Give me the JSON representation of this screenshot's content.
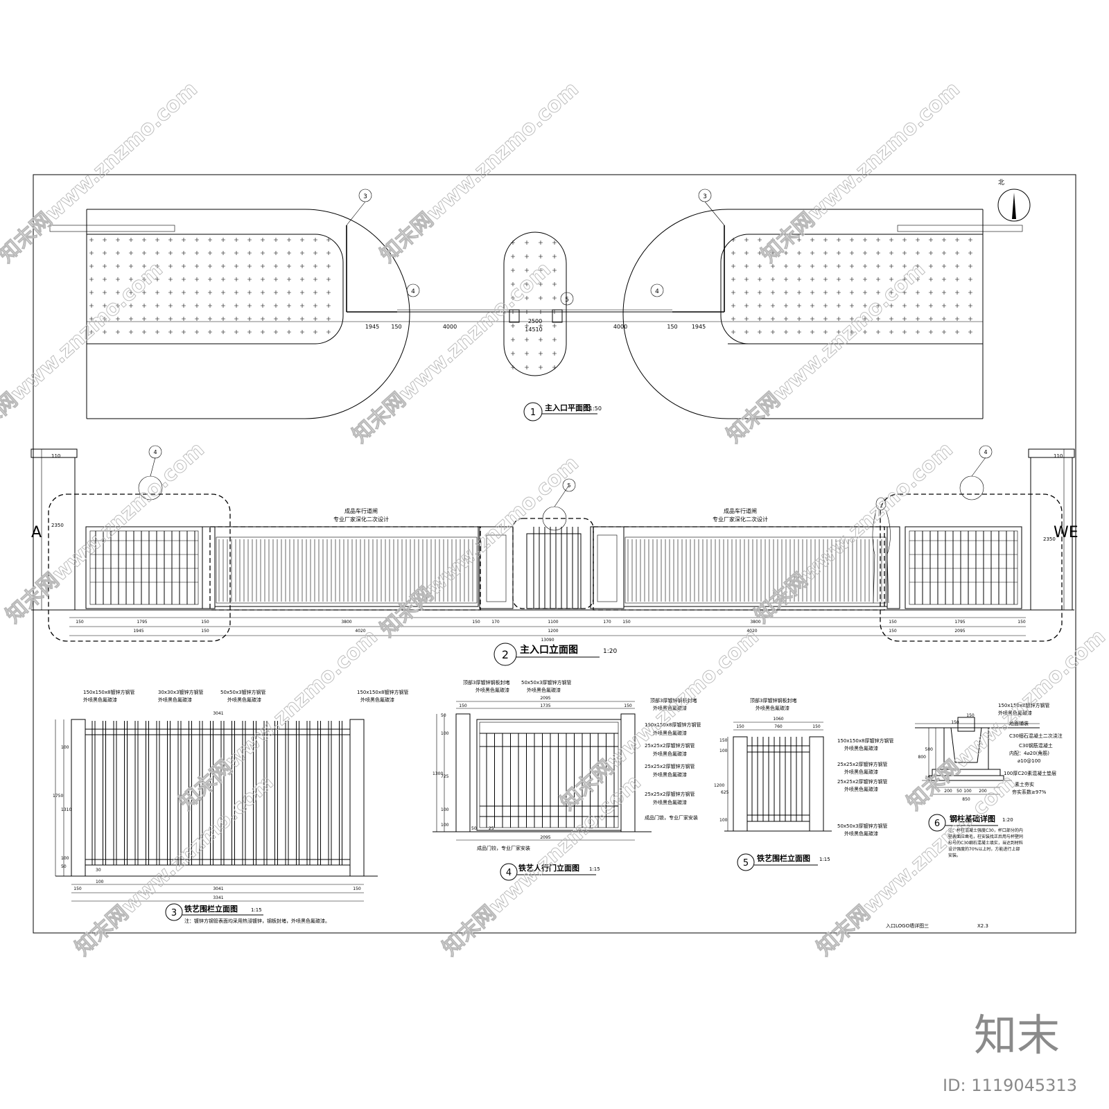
{
  "plan": {
    "title": "主入口平面图",
    "scale": "1:50",
    "ref_num": "1",
    "north": "北",
    "callouts": [
      "3",
      "4",
      "5",
      "3",
      "4"
    ],
    "dims": [
      "1945",
      "150",
      "4000",
      "14510",
      "2500",
      "4000",
      "150",
      "1945"
    ]
  },
  "elevation": {
    "title": "主入口立面图",
    "scale": "1:20",
    "ref_num": "2",
    "callouts": [
      "4",
      "5",
      "4"
    ],
    "note_left_1": "成品车行道闸",
    "note_left_2": "专业厂家深化二次设计",
    "note_right_1": "成品车行道闸",
    "note_right_2": "专业厂家深化二次设计",
    "height_dims": [
      "110",
      "2350",
      "2350",
      "110"
    ],
    "sign_text_left": "A",
    "sign_text_right": "WE",
    "dims_row1": [
      "150",
      "1795",
      "150",
      "3800",
      "150",
      "170",
      "1100",
      "170",
      "150",
      "3800",
      "150",
      "1795",
      "150"
    ],
    "dims_row2": [
      "1945",
      "150",
      "4020",
      "1200",
      "4020",
      "150",
      "2095"
    ],
    "dims_total": "13090"
  },
  "detail3": {
    "title": "铁艺围栏立面图",
    "scale": "1:15",
    "ref_num": "3",
    "notes": [
      "150x150x8镀锌方钢管",
      "外喷黑色氟碳漆",
      "30x30x3镀锌方钢管",
      "外喷黑色氟碳漆",
      "50x50x3镀锌方钢管",
      "外喷黑色氟碳漆",
      "150x150x8镀锌方钢管",
      "外喷黑色氟碳漆"
    ],
    "top_dim": "3041",
    "height_dims": [
      "100",
      "1750",
      "1310",
      "100",
      "50"
    ],
    "spacing": [
      "30",
      "100"
    ],
    "dims_bottom1": "3041",
    "dims_bottom2": "3341",
    "edge": "150",
    "footnote": "注：镀锌方钢管表面均采用热浸镀锌，钢板封堵，外喷黑色氟碳漆。"
  },
  "detail4": {
    "title": "铁艺人行门立面图",
    "scale": "1:15",
    "ref_num": "4",
    "notes_top": [
      "顶部3厚镀锌钢板封堵",
      "外喷黑色氟碳漆",
      "50x50x3厚镀锌方钢管",
      "外喷黑色氟碳漆"
    ],
    "top_dims": [
      "2095",
      "1735",
      "150",
      "150"
    ],
    "notes_right": [
      "顶部3厚镀锌钢板封堵",
      "外喷黑色氟碳漆",
      "150x150x8厚镀锌方钢管",
      "外喷黑色氟碳漆",
      "25x25x2厚镀锌方钢管",
      "外喷黑色氟碳漆",
      "25x25x2厚镀锌方钢管",
      "外喷黑色氟碳漆",
      "25x25x2厚镀锌方钢管",
      "外喷黑色氟碳漆",
      "成品门锁，专业厂家安装"
    ],
    "height_dims": [
      "50",
      "100",
      "1300",
      "725",
      "100",
      "100"
    ],
    "bottom_dim": "2095",
    "bottom_note": "成品门铰，专业厂家安装",
    "spacing": [
      "50",
      "25"
    ]
  },
  "detail5": {
    "title": "铁艺围栏立面图",
    "scale": "1:15",
    "ref_num": "5",
    "notes_top": [
      "顶部3厚镀锌钢板封堵",
      "外喷黑色氟碳漆"
    ],
    "top_dims": [
      "1060",
      "150",
      "760",
      "150"
    ],
    "notes_right": [
      "150x150x8厚镀锌方钢管",
      "外喷黑色氟碳漆",
      "25x25x2厚镀锌方钢管",
      "外喷黑色氟碳漆",
      "25x25x2厚镀锌方钢管",
      "外喷黑色氟碳漆",
      "50x50x3厚镀锌方钢管",
      "外喷黑色氟碳漆"
    ],
    "height_dims": [
      "150",
      "100",
      "1200",
      "625",
      "100"
    ]
  },
  "detail6": {
    "title": "钢柱基础详图",
    "scale": "1:20",
    "ref_num": "6",
    "notes": [
      "150x150x8镀锌方钢管",
      "外喷黑色氟碳漆",
      "地面铺装",
      "C30细石混凝土二次浇注",
      "C30钢筋混凝土",
      "内配：4⌀20(角筋)",
      "⌀10@100",
      "100厚C20素混凝土垫层",
      "素土夯实",
      "夯实系数≥97%"
    ],
    "dims": [
      "150",
      "150",
      "500",
      "800",
      "100",
      "200",
      "50",
      "100",
      "200",
      "850"
    ],
    "note": "注：杯柱混凝土强度C30，杯口部分的内壁表面应凿毛，柱安装找正后用与杯壁同标号的C30细石混凝土填实，当达到材料设计强度的70%以上时，方能进行上部安装。"
  },
  "footer": {
    "sheet_title": "入口LOGO墙详图三",
    "sheet_no": "X2.3"
  },
  "watermark": {
    "text": "知末网www.znzmo.com",
    "brand": "知末",
    "id_label": "ID: 1119045313"
  }
}
